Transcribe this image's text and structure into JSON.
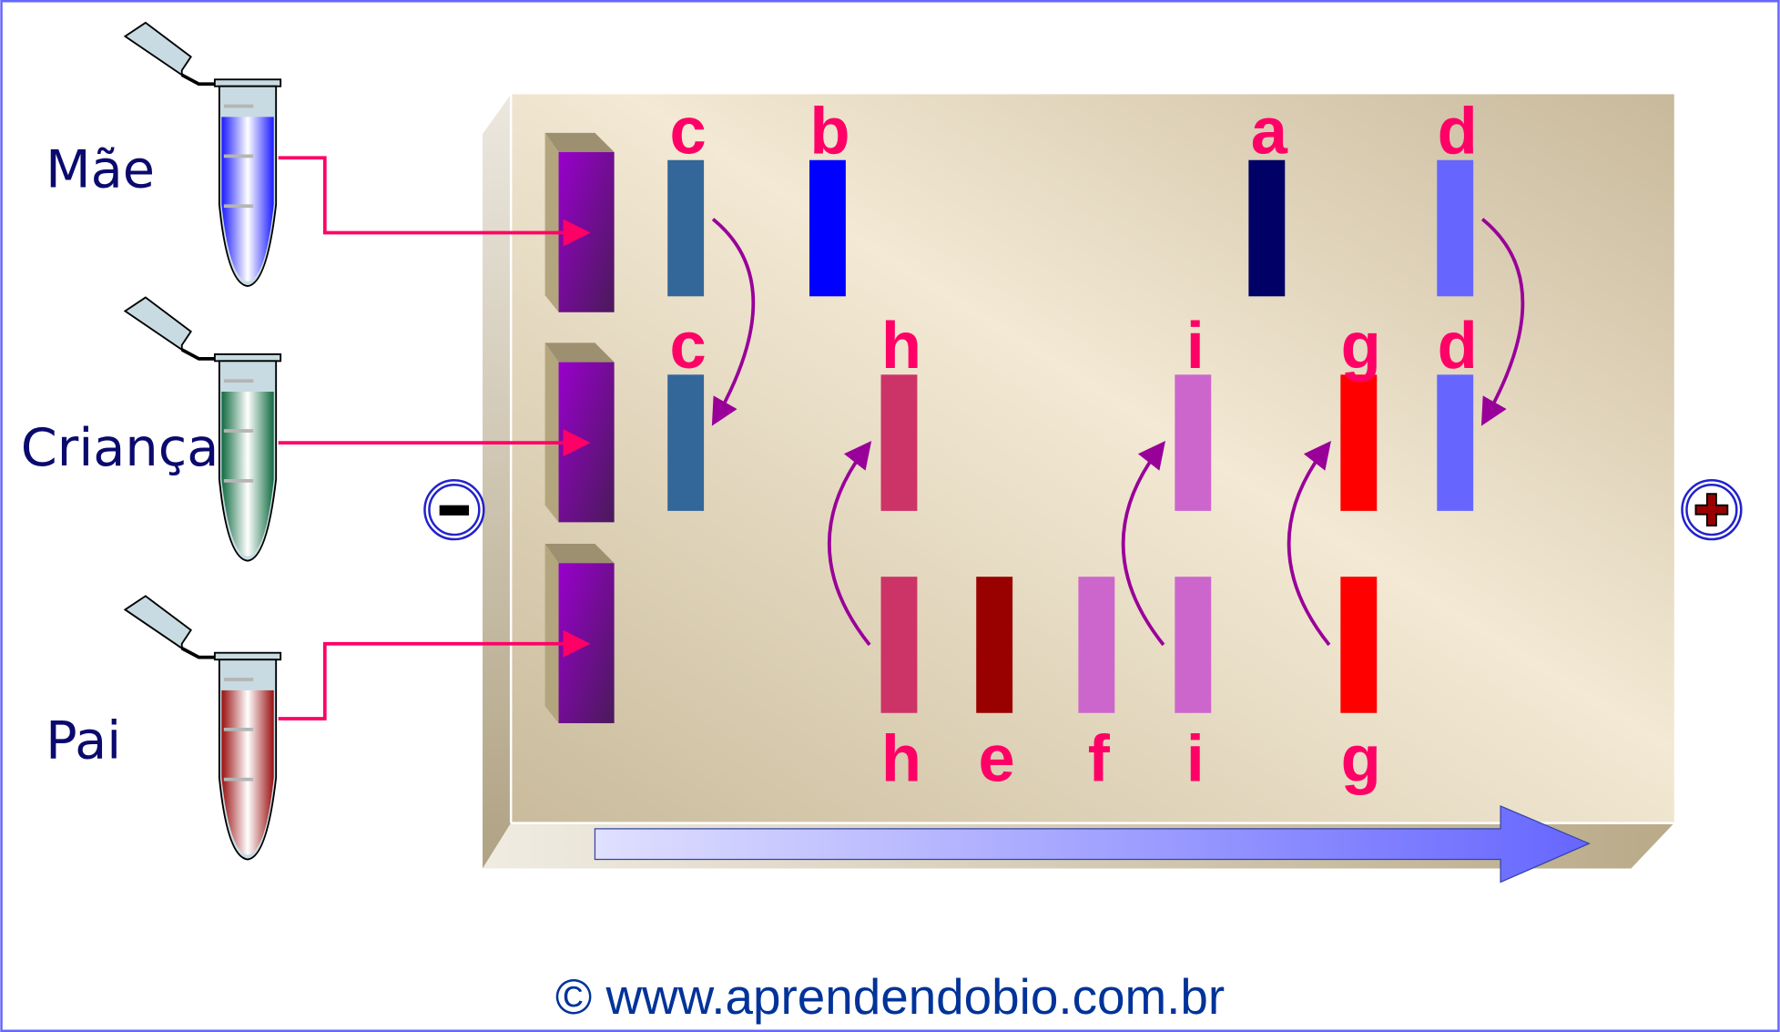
{
  "samples": [
    {
      "name": "Mãe",
      "tube_color": "#1a1aff"
    },
    {
      "name": "Criança",
      "tube_color": "#0f6b40"
    },
    {
      "name": "Pai",
      "tube_color": "#9a1010"
    }
  ],
  "electrodes": {
    "negative": "−",
    "positive": "+"
  },
  "lanes": [
    {
      "bands": [
        {
          "label": "c",
          "color": "#336699"
        },
        {
          "label": "b",
          "color": "#0000ff"
        },
        {
          "label": "a",
          "color": "#000066"
        },
        {
          "label": "d",
          "color": "#6666ff"
        }
      ]
    },
    {
      "bands": [
        {
          "label": "c",
          "color": "#336699"
        },
        {
          "label": "h",
          "color": "#cc3366"
        },
        {
          "label": "i",
          "color": "#cc66cc"
        },
        {
          "label": "g",
          "color": "#ff0000"
        },
        {
          "label": "d",
          "color": "#6666ff"
        }
      ]
    },
    {
      "bands": [
        {
          "label": "h",
          "color": "#cc3366"
        },
        {
          "label": "e",
          "color": "#990000"
        },
        {
          "label": "f",
          "color": "#cc66cc"
        },
        {
          "label": "i",
          "color": "#cc66cc"
        },
        {
          "label": "g",
          "color": "#ff0000"
        }
      ]
    }
  ],
  "inheritance_arrows": [
    {
      "label": "c",
      "from": "Mãe",
      "to": "Criança"
    },
    {
      "label": "d",
      "from": "Mãe",
      "to": "Criança"
    },
    {
      "label": "h",
      "from": "Pai",
      "to": "Criança"
    },
    {
      "label": "i",
      "from": "Pai",
      "to": "Criança"
    },
    {
      "label": "g",
      "from": "Pai",
      "to": "Criança"
    }
  ],
  "footer": {
    "credit": "© www.aprendendobio.com.br"
  }
}
